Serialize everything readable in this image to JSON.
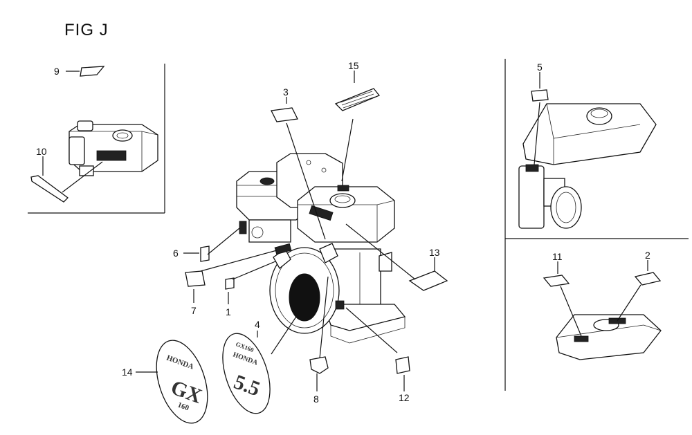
{
  "figure": {
    "title": "FIG J"
  },
  "callouts": {
    "c1": "1",
    "c2": "2",
    "c3": "3",
    "c4": "4",
    "c5": "5",
    "c6": "6",
    "c7": "7",
    "c8": "8",
    "c9": "9",
    "c10": "10",
    "c11": "11",
    "c12": "12",
    "c13": "13",
    "c14": "14",
    "c15": "15"
  },
  "emblems": {
    "p14_brand": "HONDA",
    "p14_model": "GX",
    "p14_cc": "160",
    "p4_top": "GX160",
    "p4_brand": "HONDA",
    "p4_hp": "5.5"
  }
}
